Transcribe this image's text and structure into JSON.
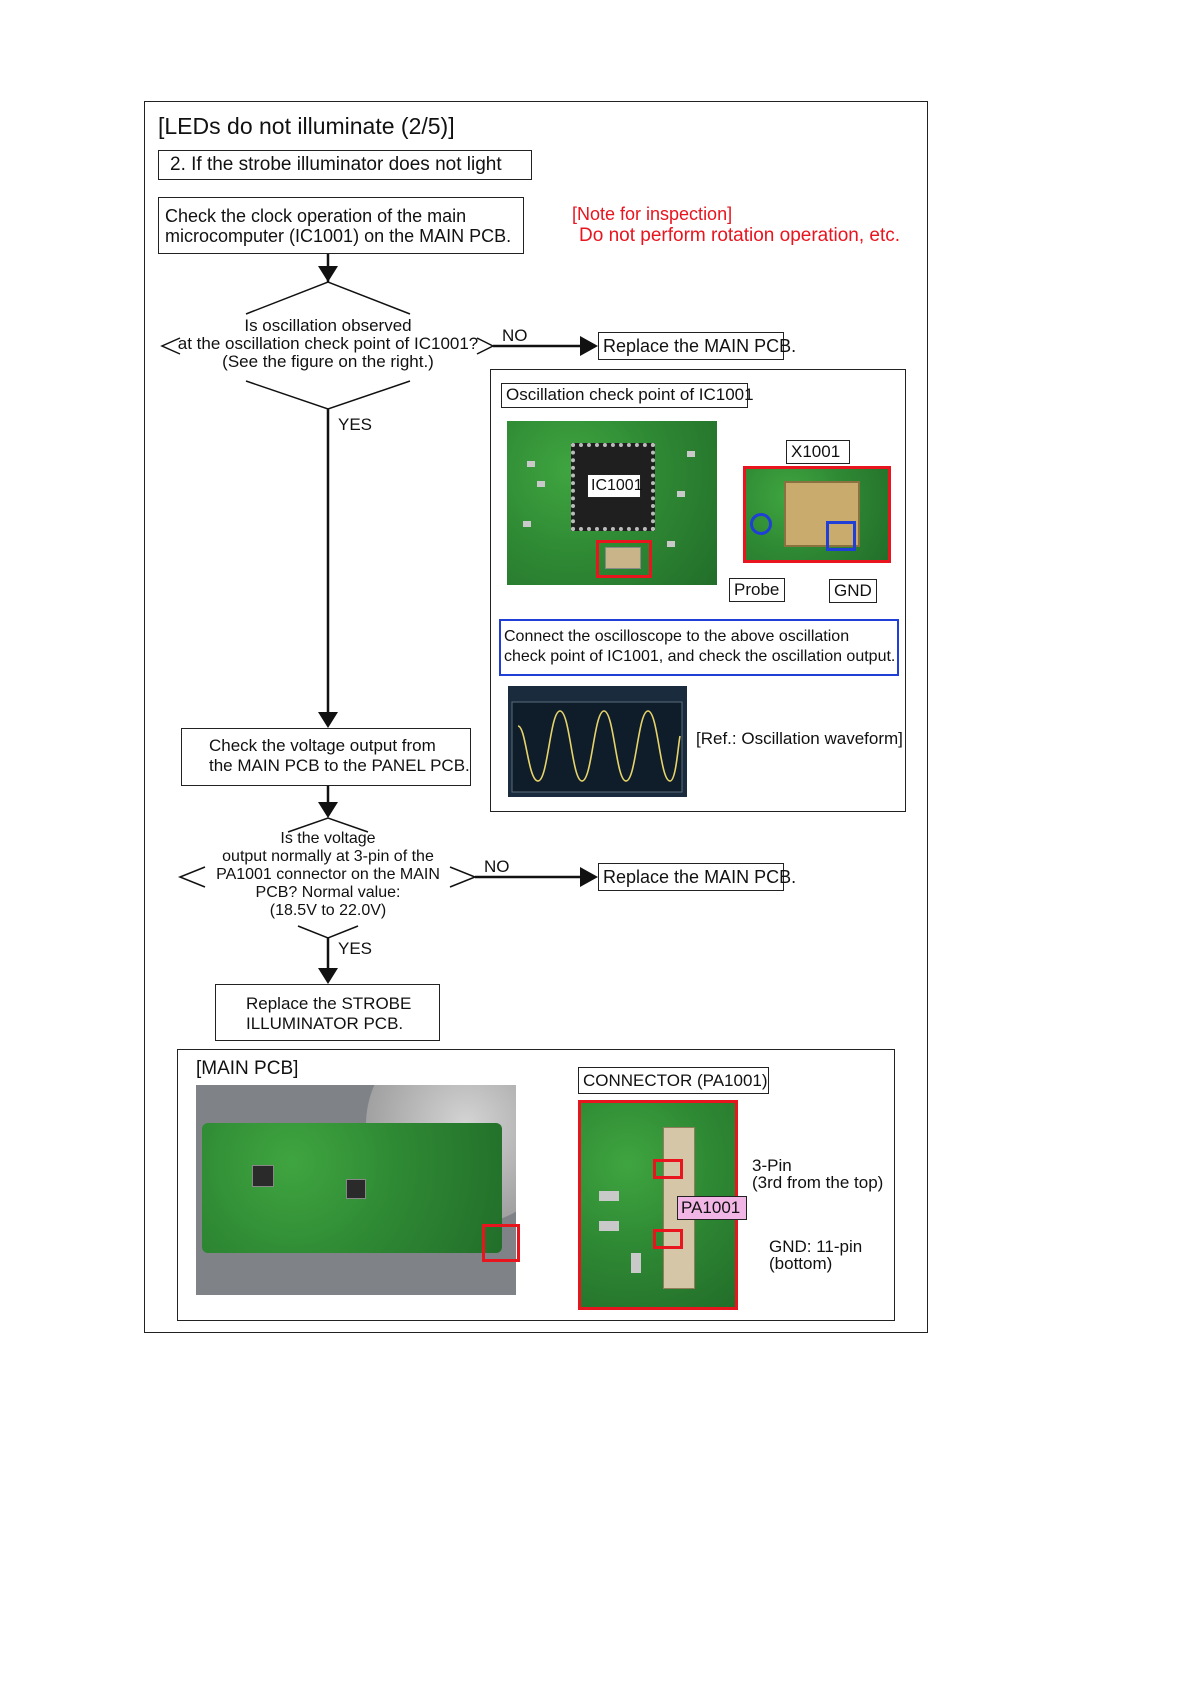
{
  "header": {
    "title": "[LEDs do not illuminate (2/5)]",
    "step": "2. If the strobe illuminator does not light"
  },
  "note": {
    "title": "[Note for inspection]",
    "text": "Do not perform rotation operation, etc."
  },
  "flow": {
    "box1": [
      "Check the clock operation of the main",
      "microcomputer (IC1001) on the MAIN PCB."
    ],
    "decision1": [
      "Is oscillation observed",
      "at the oscillation check point of IC1001?",
      "(See the figure on the right.)"
    ],
    "no1": "NO",
    "replace1": "Replace the MAIN PCB.",
    "yes1": "YES",
    "box2": [
      "Check the voltage output from",
      "the MAIN PCB to the PANEL PCB."
    ],
    "decision2": [
      "Is the voltage",
      "output normally at 3-pin of the",
      "PA1001 connector on the MAIN",
      "PCB? Normal value:",
      "(18.5V to 22.0V)"
    ],
    "no2": "NO",
    "replace2": "Replace the MAIN PCB.",
    "yes2": "YES",
    "box3": [
      "Replace the STROBE",
      "ILLUMINATOR PCB."
    ]
  },
  "oscillation_panel": {
    "title": "Oscillation check point of IC1001",
    "ic_label": "IC1001",
    "x_label": "X1001",
    "probe_label": "Probe",
    "gnd_label": "GND",
    "instruction": [
      "Connect the oscilloscope to the above oscillation",
      "check point of IC1001, and check the oscillation output."
    ],
    "waveform_caption": "[Ref.: Oscillation waveform]"
  },
  "main_pcb_panel": {
    "title": "[MAIN PCB]",
    "connector_title": "CONNECTOR (PA1001)",
    "connector_label": "PA1001",
    "pin3": [
      "3-Pin",
      "(3rd from the top)"
    ],
    "gnd": [
      "GND: 11-pin",
      "(bottom)"
    ]
  },
  "colors": {
    "red": "#e8141e",
    "blue": "#1f3fd6",
    "pink": "#f2b6e6"
  }
}
